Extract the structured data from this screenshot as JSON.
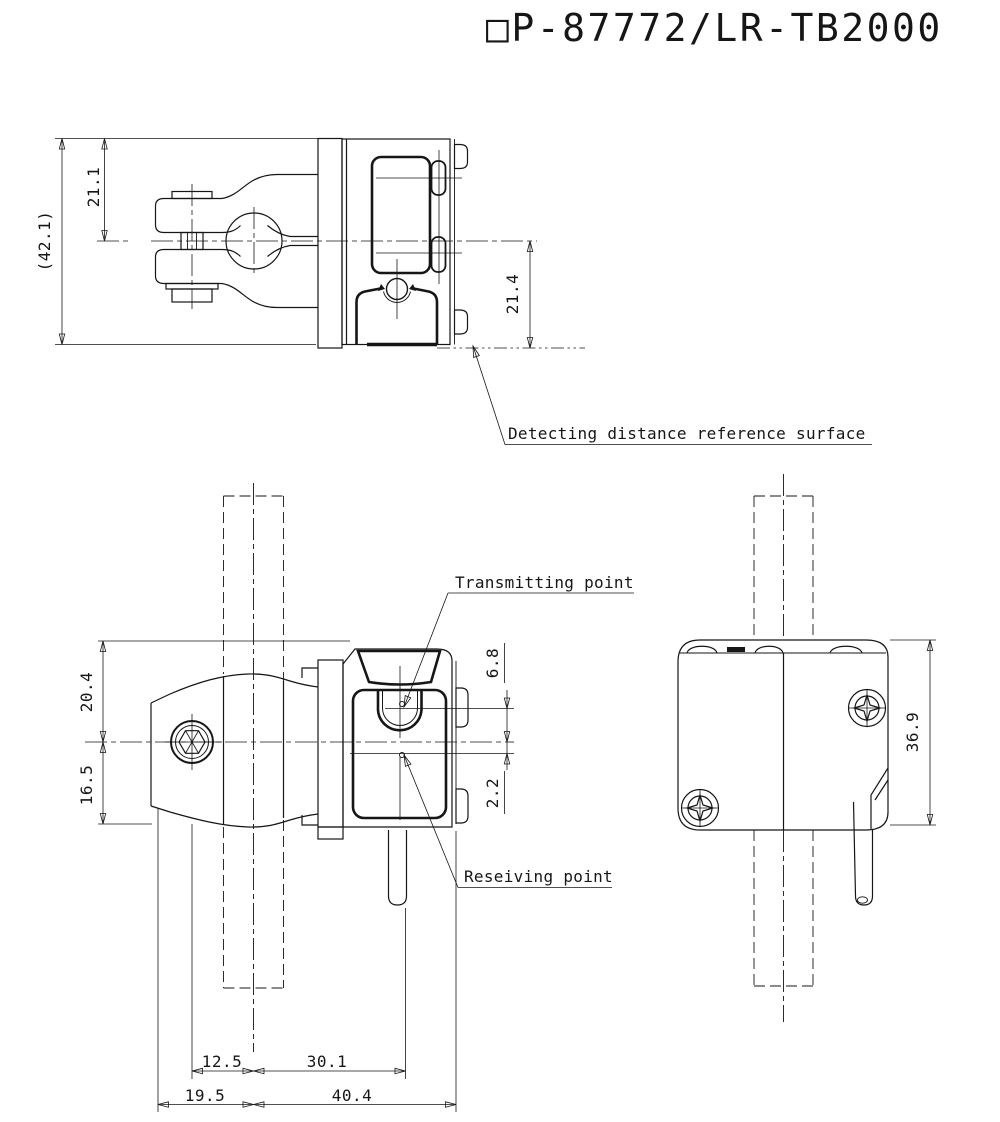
{
  "title": "□P-87772/LR-TB2000",
  "labels": {
    "detecting_surface": "Detecting distance reference surface",
    "transmitting_point": "Transmitting point",
    "receiving_point": "Reseiving point"
  },
  "dimensions": {
    "top_view": {
      "overall_height": "(42.1)",
      "upper_half": "21.1",
      "lower_half": "21.4"
    },
    "front_view": {
      "upper": "20.4",
      "lower": "16.5",
      "emitter_offset": "6.8",
      "receiver_offset": "2.2",
      "bolt_to_rod": "12.5",
      "rod_to_beam": "30.1",
      "edge_to_rod": "19.5",
      "rod_to_edge": "40.4"
    },
    "side_view": {
      "height": "36.9"
    }
  },
  "colors": {
    "line": "#161616",
    "background": "#ffffff"
  }
}
